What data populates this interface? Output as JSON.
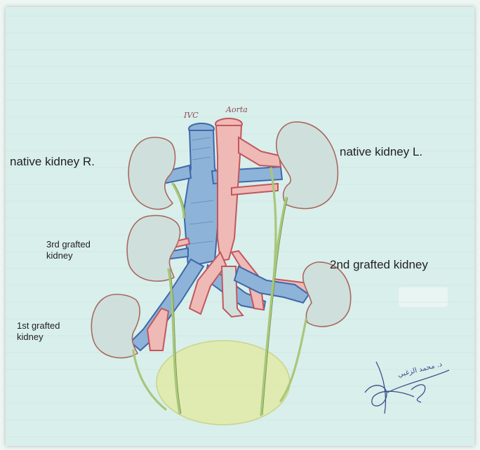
{
  "labels": {
    "ivc": "IVC",
    "aorta": "Aorta",
    "native_kidney_right": "native kidney R.",
    "native_kidney_left": "native kidney L.",
    "third_grafted_line1": "3rd grafted",
    "third_grafted_line2": "kidney",
    "second_grafted": "2nd grafted kidney",
    "first_grafted_line1": "1st grafted",
    "first_grafted_line2": "kidney"
  },
  "colors": {
    "paper": "#d9efec",
    "kidney_fill": "#cfe0dc",
    "kidney_outline": "#a9685f",
    "ivc_blue": "#8db3d9",
    "aorta_red": "#c2575c",
    "ureter_green": "#a8c77a",
    "bladder_yellow": "#e1ea9d",
    "ink": "#1f1f1f"
  },
  "signature": {
    "arabic_text": "د. محمد الزغبي"
  }
}
